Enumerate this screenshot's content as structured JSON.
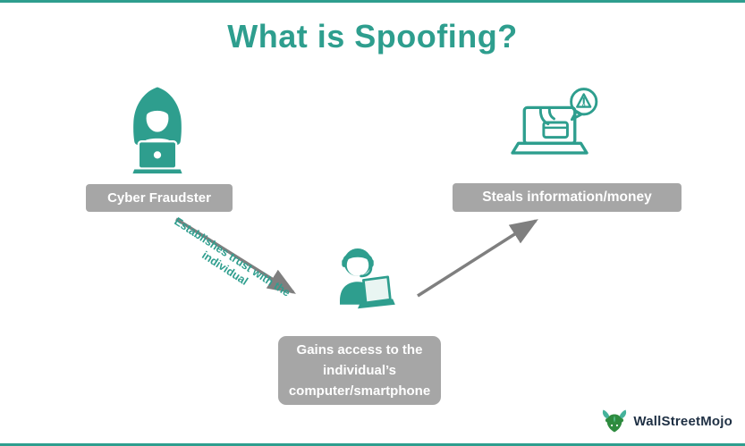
{
  "title": "What is Spoofing?",
  "nodes": {
    "fraudster": {
      "label": "Cyber Fraudster",
      "icon": "hooded-hacker-with-laptop"
    },
    "steals": {
      "label": "Steals information/money",
      "icon": "laptop-hand-card-warning"
    },
    "gains": {
      "label": "Gains access to the\nindividual’s\ncomputer/smartphone",
      "icon": "person-with-headset-laptop"
    }
  },
  "edges": {
    "trust": {
      "label": "Establishes trust with the\nindividual"
    }
  },
  "logo": {
    "text": "WallStreetMojo",
    "icon": "bull-icon"
  },
  "colors": {
    "teal": "#2E9E8E",
    "gray_label": "#A6A6A6",
    "arrow": "#7F7F7F",
    "logo_text": "#1F3044"
  }
}
